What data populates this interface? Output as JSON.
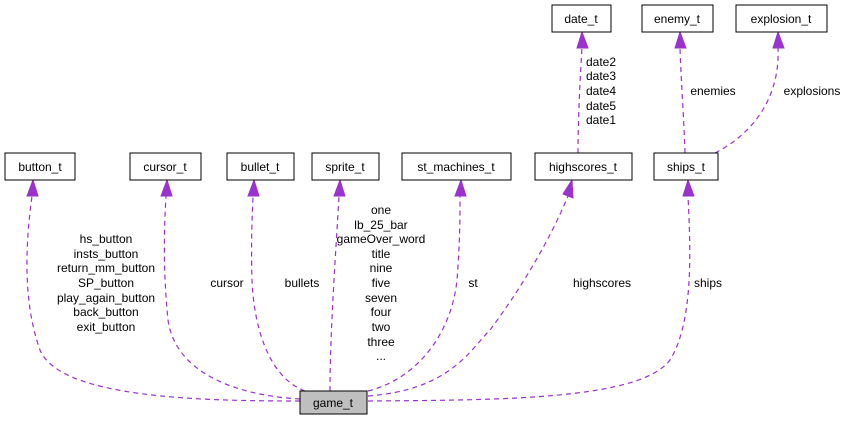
{
  "nodes": {
    "game_t": "game_t",
    "button_t": "button_t",
    "cursor_t": "cursor_t",
    "bullet_t": "bullet_t",
    "sprite_t": "sprite_t",
    "st_machines_t": "st_machines_t",
    "highscores_t": "highscores_t",
    "ships_t": "ships_t",
    "date_t": "date_t",
    "enemy_t": "enemy_t",
    "explosion_t": "explosion_t"
  },
  "edge_labels": {
    "button": [
      "hs_button",
      "insts_button",
      "return_mm_button",
      "SP_button",
      "play_again_button",
      "back_button",
      "exit_button"
    ],
    "cursor": [
      "cursor"
    ],
    "bullet": [
      "bullets"
    ],
    "sprite": [
      "one",
      "lb_25_bar",
      "gameOver_word",
      "title",
      "nine",
      "five",
      "seven",
      "four",
      "two",
      "three",
      "..."
    ],
    "st": [
      "st"
    ],
    "highscores": [
      "highscores"
    ],
    "ships": [
      "ships"
    ],
    "date": [
      "date2",
      "date3",
      "date4",
      "date5",
      "date1"
    ],
    "enemy": [
      "enemies"
    ],
    "explosion": [
      "explosions"
    ]
  },
  "colors": {
    "edge": "#9a32cd",
    "root_fill": "#bfbfbf"
  }
}
